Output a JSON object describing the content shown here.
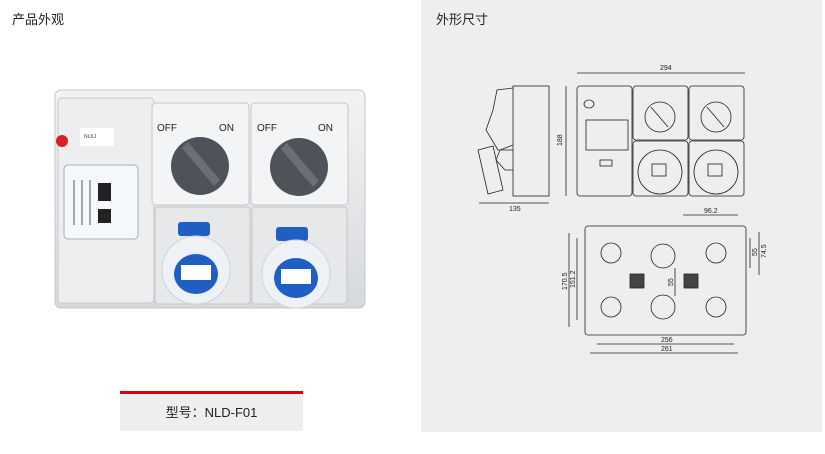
{
  "left": {
    "title": "产品外观",
    "photo": {
      "switch_off_label": "OFF",
      "switch_on_label": "ON",
      "brand": "NLKJ"
    },
    "model_label": "型号：NLD-F01"
  },
  "right": {
    "title": "外形尺寸",
    "dimensions": {
      "width": "294",
      "height": "188",
      "depth": "135",
      "hole_spacing_top": "96.2",
      "right_outer": "74.5",
      "right_inner": "55",
      "left_outer": "170.5",
      "left_inner": "151.2",
      "center": "55",
      "bottom_inner": "256",
      "bottom_outer": "261"
    }
  },
  "colors": {
    "accent": "#d9000d",
    "panel_bg": "#edeeed",
    "socket_blue": "#1f5fc4"
  }
}
